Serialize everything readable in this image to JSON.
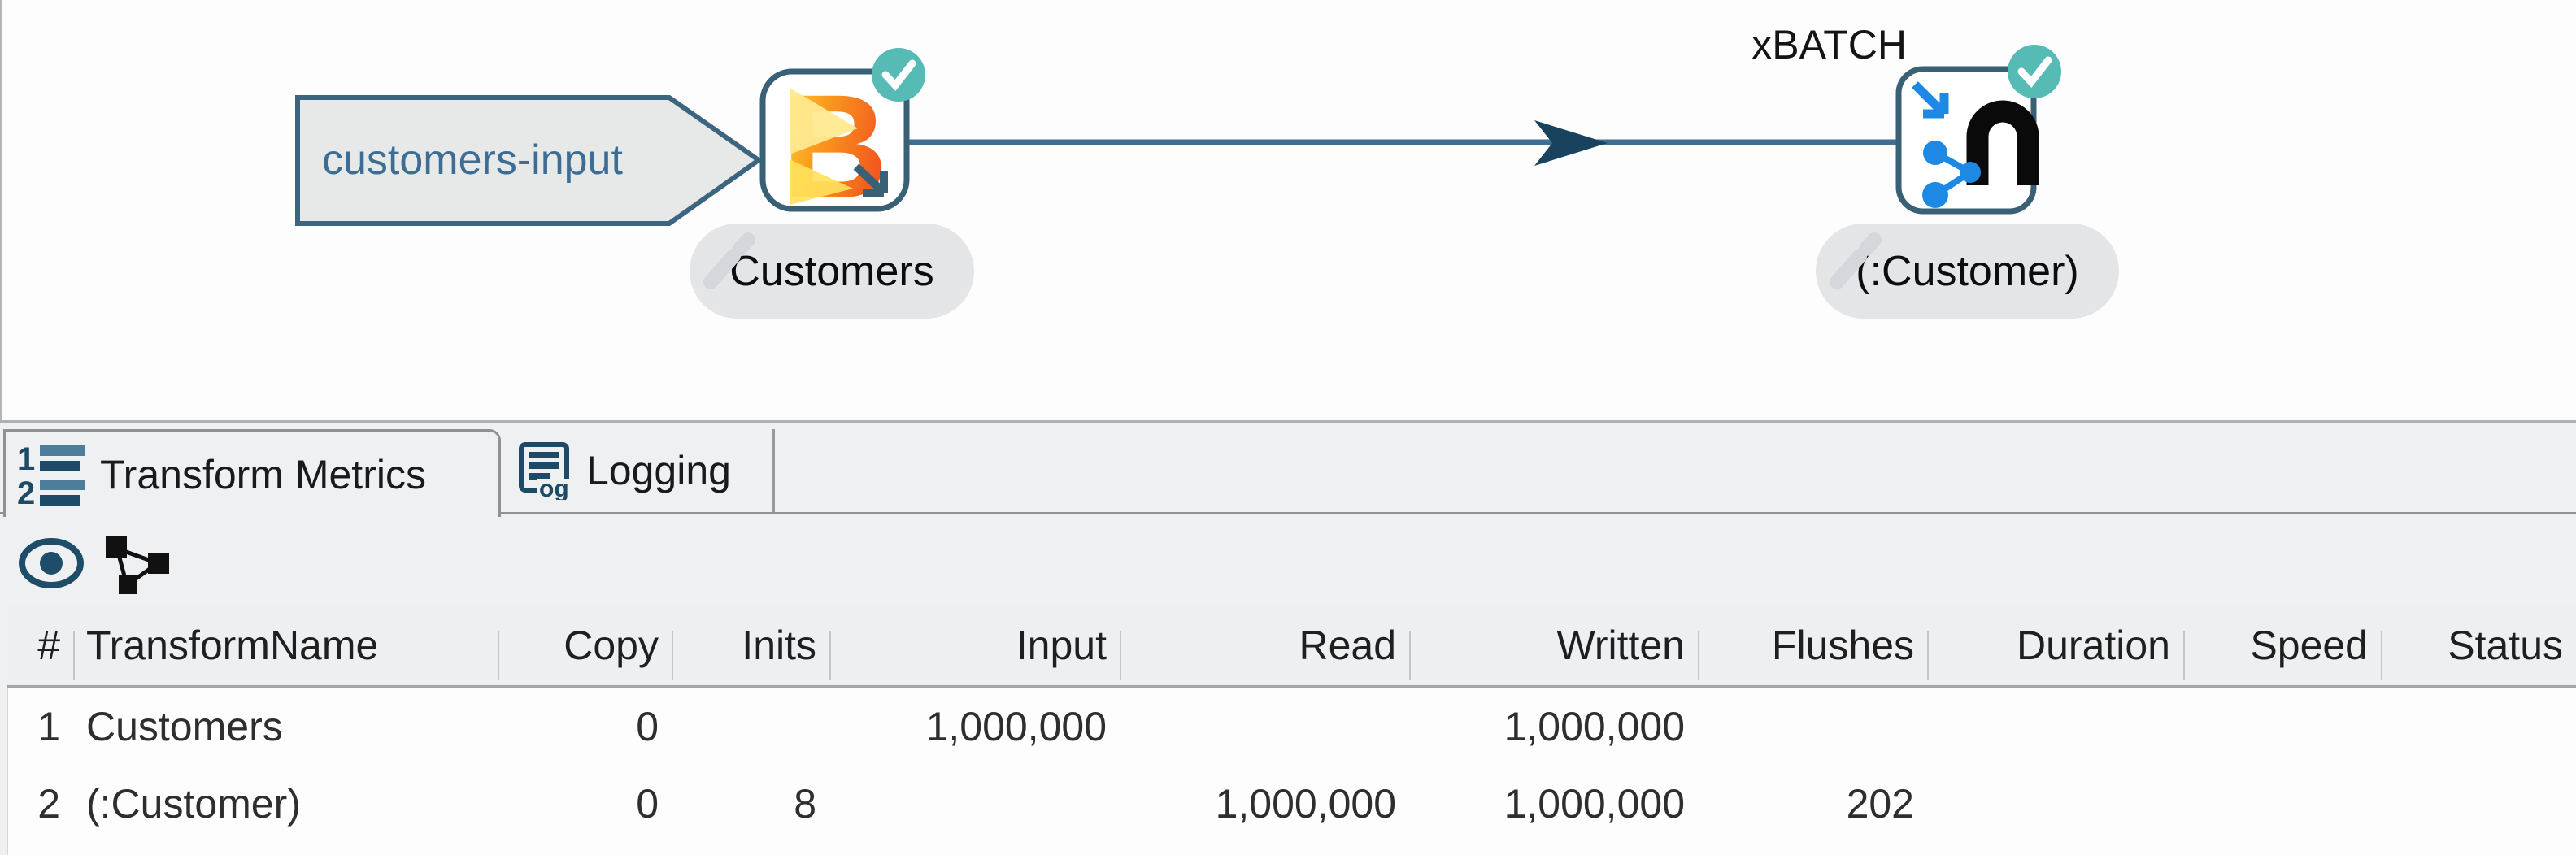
{
  "canvas": {
    "input_hop": {
      "label": "customers-input"
    },
    "nodes": {
      "customers": {
        "label": "Customers",
        "icon": "beam-b-icon",
        "status": "checked"
      },
      "neo4j": {
        "label": "(:Customer)",
        "icon": "neo4j-graph-icon",
        "status": "checked",
        "annotation": "xBATCH"
      }
    }
  },
  "panel": {
    "tabs": [
      {
        "label": "Transform Metrics",
        "icon": "numbered-list-icon",
        "active": true
      },
      {
        "label": "Logging",
        "icon": "log-icon",
        "active": false
      }
    ],
    "toolbar": [
      {
        "icon": "eye-icon"
      },
      {
        "icon": "graph-view-icon"
      }
    ]
  },
  "metrics_table": {
    "columns": [
      "#",
      "TransformName",
      "Copy",
      "Inits",
      "Input",
      "Read",
      "Written",
      "Flushes",
      "Duration",
      "Speed",
      "Status"
    ],
    "rows": [
      [
        "1",
        "Customers",
        "0",
        "",
        "1,000,000",
        "",
        "1,000,000",
        "",
        "",
        "",
        ""
      ],
      [
        "2",
        "(:Customer)",
        "0",
        "8",
        "",
        "1,000,000",
        "1,000,000",
        "202",
        "",
        "",
        ""
      ]
    ]
  },
  "colors": {
    "edge": "#3e6f92",
    "edge_arrow": "#19425f",
    "node_border": "#3a6076",
    "check_badge": "#56bab5",
    "neo4j_blue": "#1e88e5",
    "beam_orange": "#f1591f",
    "beam_yellow": "#ffd83d",
    "panel_bg": "#eef0f2",
    "callout_text": "#3d6d94",
    "pill_bg": "#e4e5e7",
    "icon_navy": "#1d4a66"
  }
}
